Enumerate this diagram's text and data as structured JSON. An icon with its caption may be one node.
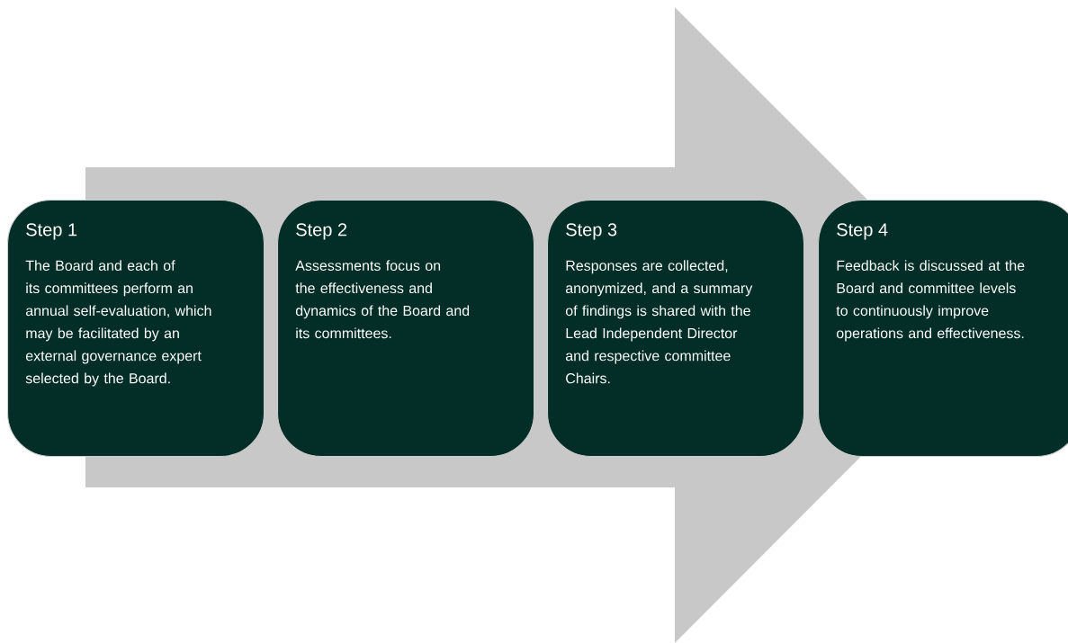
{
  "diagram": {
    "nodes": [
      {
        "text": [
          "Step 1",
          "The Board and each of its committees perform an annual self-evaluation, which may be facilitated by an external governance expert selected by the Board."
        ]
      },
      {
        "text": [
          "Step 2",
          "Assessments focus on the effectiveness and dynamics of the Board and its committees."
        ]
      },
      {
        "text": [
          "Step 3",
          "Responses are collected, anonymized, and a summary of findings is shared with the Lead Independent Director and respective committee Chairs."
        ]
      },
      {
        "text": [
          "Step 4",
          "Feedback is discussed at the Board and committee levels to continuously improve operations and effectiveness."
        ]
      }
    ],
    "edges": [
      {
        "from": 0,
        "to": 3,
        "arrow": "to"
      }
    ]
  }
}
